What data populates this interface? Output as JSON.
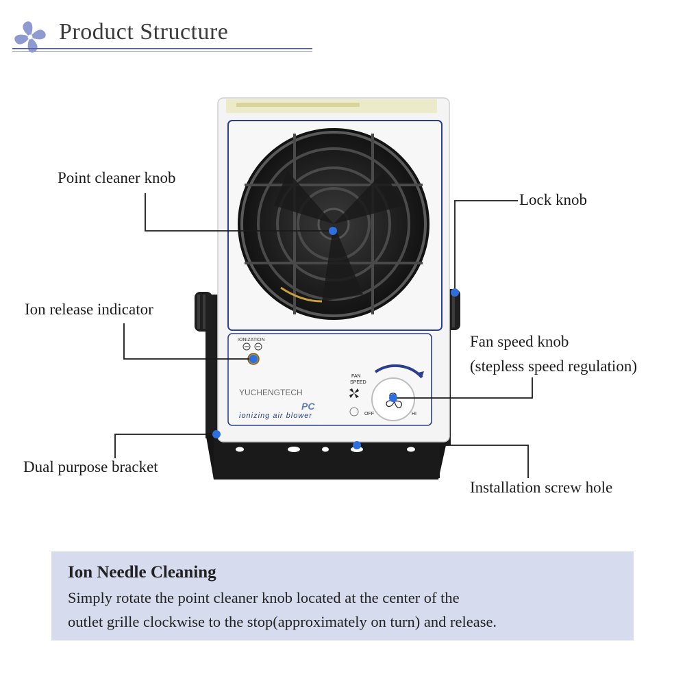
{
  "header": {
    "title": "Product Structure",
    "logo_icon": "fan-logo-icon",
    "accent_color": "#5a66a8"
  },
  "product": {
    "brand": "YUCHENGTECH",
    "model": "PC",
    "subtitle": "ionizing air blower",
    "ionization_label": "IONIZATION",
    "fan_speed_label": [
      "FAN",
      "SPEED"
    ],
    "off_label": "OFF",
    "hi_label": "HI"
  },
  "callouts": {
    "point_cleaner_knob": "Point cleaner knob",
    "lock_knob": "Lock knob",
    "ion_release_indicator": "Ion release indicator",
    "fan_speed_knob": [
      "Fan speed knob",
      "(stepless speed regulation)"
    ],
    "dual_purpose_bracket": "Dual purpose bracket",
    "installation_screw_hole": "Installation screw hole",
    "marker_color": "#2e6fe0"
  },
  "note": {
    "title": "Ion Needle Cleaning",
    "lines": [
      "Simply rotate the point cleaner knob located at the center of the",
      "outlet grille clockwise to the stop(approximately on turn) and release."
    ],
    "background": "#d7dbee"
  }
}
